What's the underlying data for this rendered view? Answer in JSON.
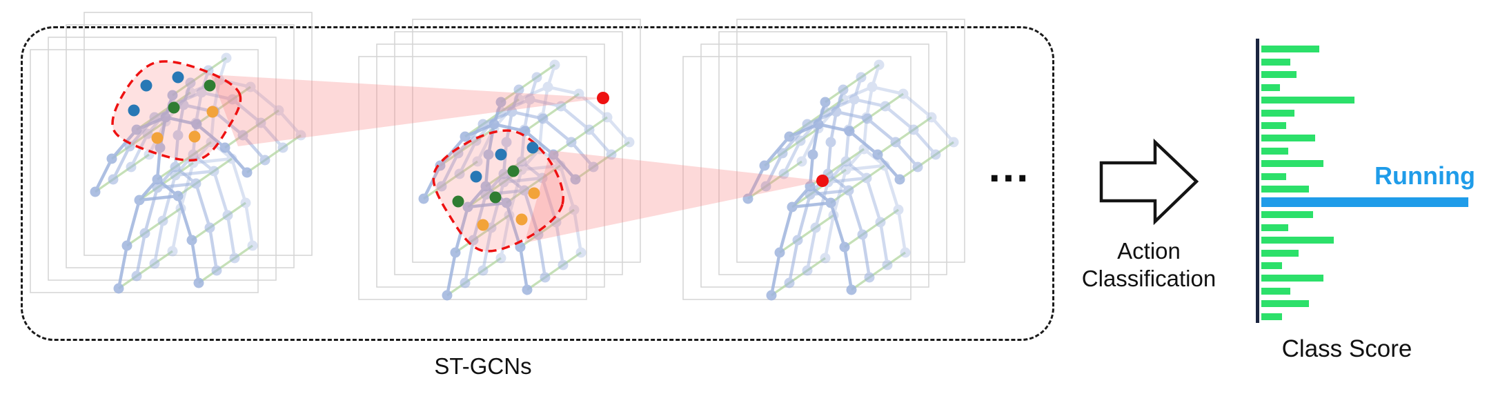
{
  "diagram": {
    "stgcn_label": "ST-GCNs",
    "ellipsis": "...",
    "arrow_label_line1": "Action",
    "arrow_label_line2": "Classification"
  },
  "figure": {
    "skeleton_graphs": 3,
    "node_color_legend": {
      "blue": "#2878b5",
      "green": "#2f7d32",
      "orange": "#f2a33a",
      "red": "#ee1111",
      "skeleton": "#9fb4de",
      "temporal_edge": "#b2d6a0",
      "beam_fill": "rgba(250,128,128,0.30)",
      "highlight_fill": "rgba(252,130,130,0.24)"
    }
  },
  "chart_data": {
    "type": "bar",
    "orientation": "horizontal",
    "title": "Class Score",
    "xlabel": "",
    "ylabel": "",
    "legend": "none",
    "grid": false,
    "axis_style": "single left vertical axis line, no ticks or tick labels",
    "xlim": [
      0,
      1
    ],
    "bar_color": "#2ce06a",
    "highlight_color": "#1f9ce9",
    "axis_color": "#1b2540",
    "highlight_index": 12,
    "highlight_label": "Running",
    "values": [
      0.28,
      0.14,
      0.17,
      0.09,
      0.45,
      0.16,
      0.12,
      0.26,
      0.13,
      0.3,
      0.12,
      0.23,
      1.0,
      0.25,
      0.13,
      0.35,
      0.18,
      0.1,
      0.3,
      0.14,
      0.23,
      0.1
    ],
    "note": "relative class scores estimated from bar lengths; highlighted blue bar (Running) is the maximum"
  }
}
